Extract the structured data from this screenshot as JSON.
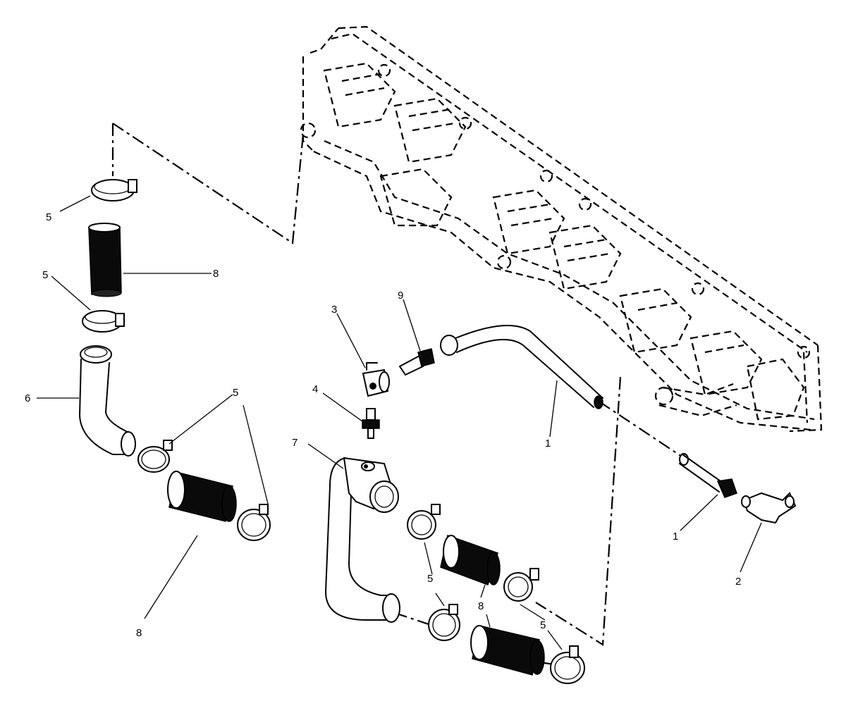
{
  "callouts": {
    "c1a": "1",
    "c1b": "1",
    "c2": "2",
    "c3": "3",
    "c4": "4",
    "c5a": "5",
    "c5b": "5",
    "c5c": "5",
    "c5d": "5",
    "c5e": "5",
    "c6": "6",
    "c7": "7",
    "c8a": "8",
    "c8b": "8",
    "c8c": "8",
    "c9": "9"
  }
}
